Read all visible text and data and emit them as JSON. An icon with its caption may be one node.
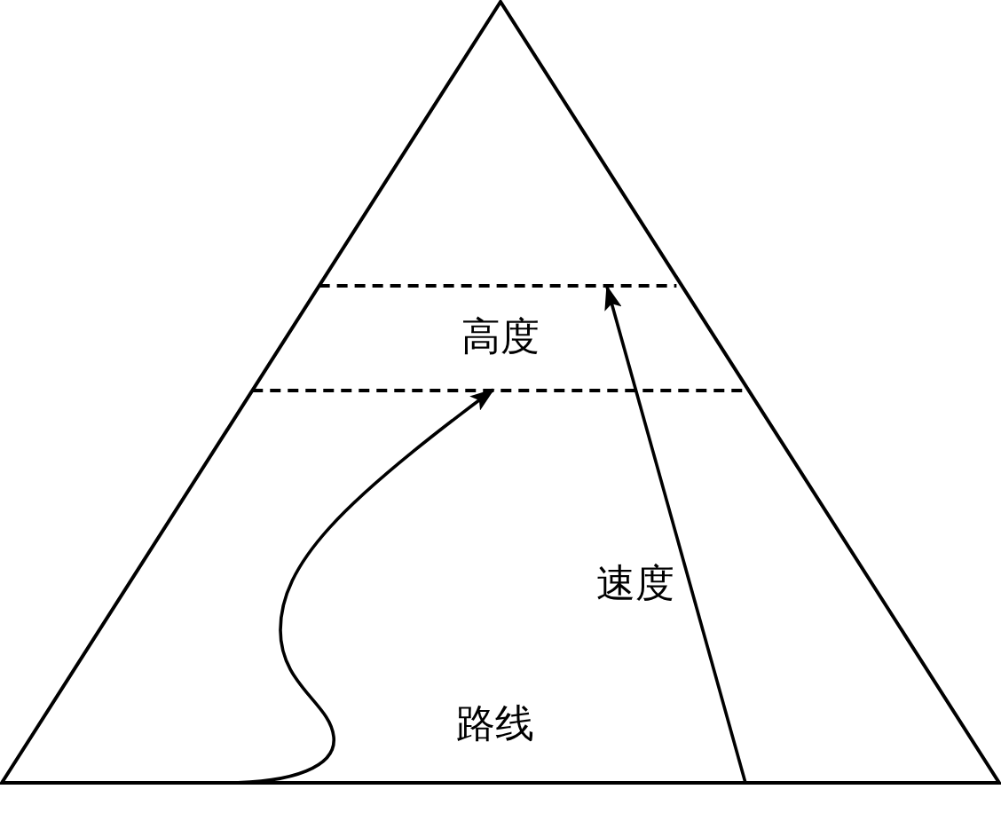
{
  "diagram": {
    "nodes": [
      {
        "text": [],
        "shape": "triangle"
      },
      {
        "text": [
          "高度"
        ],
        "in": 0
      }
    ],
    "edges": [
      {
        "from": 0,
        "to": 1,
        "arrow": "to"
      },
      {
        "from": 0,
        "to": 1,
        "arrow": "to",
        "label": "速度"
      }
    ],
    "labels": [
      "路线"
    ]
  }
}
